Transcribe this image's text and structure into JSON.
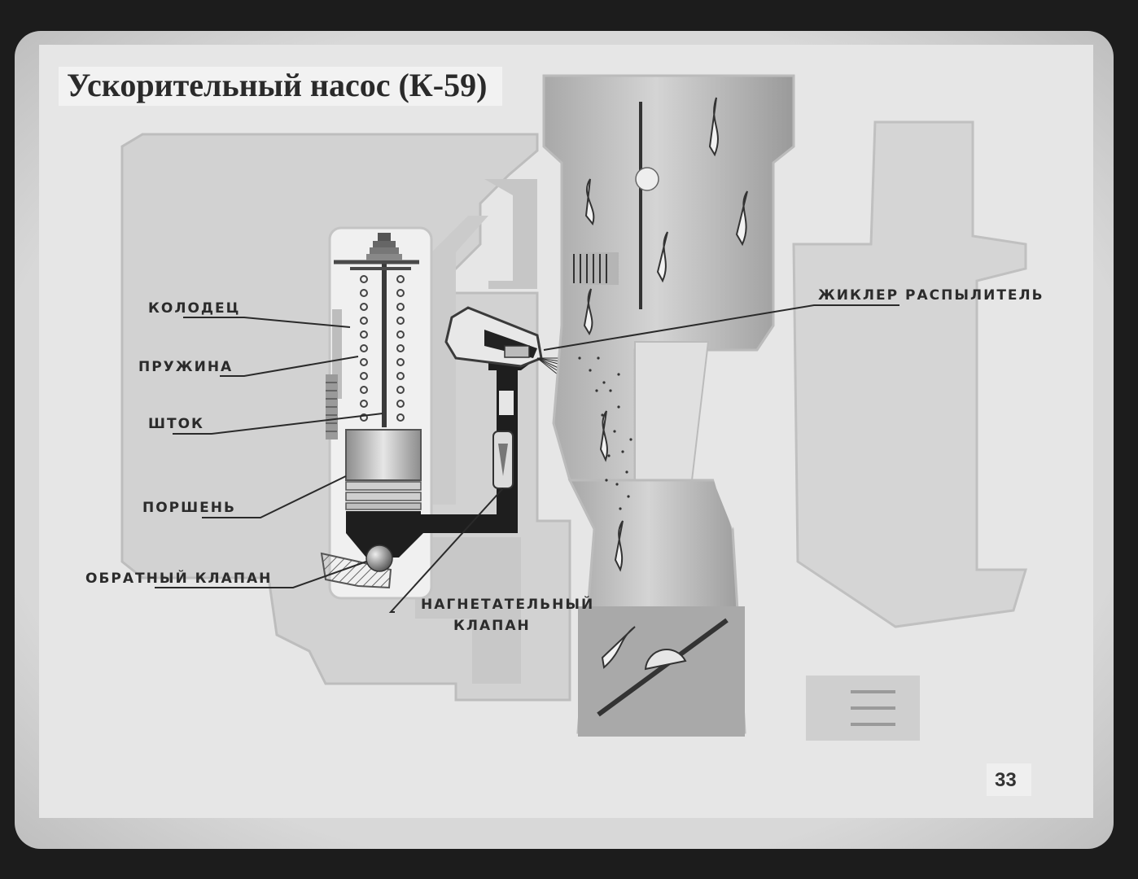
{
  "title": "Ускорительный насос (К-59)",
  "slide_number": "33",
  "labels": {
    "well": "КОЛОДЕЦ",
    "spring": "ПРУЖИНА",
    "rod": "ШТОК",
    "piston": "ПОРШЕНЬ",
    "check_valve": "ОБРАТНЫЙ КЛАПАН",
    "discharge_valve_line1": "НАГНЕТАТЕЛЬНЫЙ",
    "discharge_valve_line2": "КЛАПАН",
    "spray_jet": "ЖИКЛЕР РАСПЫЛИТЕЛЬ"
  }
}
